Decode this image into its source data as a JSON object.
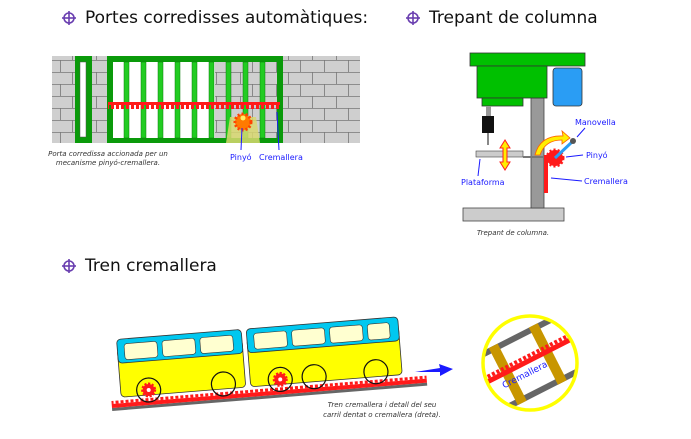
{
  "sections": [
    {
      "title": "Portes corredisses automàtiques:",
      "icon": "crosshair-bullet-icon",
      "caption_lines": [
        "Porta corredissa accionada per un",
        "mecanisme pinyó-cremallera."
      ],
      "labels": {
        "pinion": "Pinyó",
        "rack": "Cremallera"
      }
    },
    {
      "title": "Trepant de columna",
      "icon": "crosshair-bullet-icon",
      "caption_lines": [
        "Trepant de columna."
      ],
      "labels": {
        "crank": "Manovella",
        "pinion": "Pinyó",
        "platform": "Plataforma",
        "rack": "Cremallera"
      }
    },
    {
      "title": "Tren cremallera",
      "icon": "crosshair-bullet-icon",
      "caption_lines": [
        "Tren cremallera i detall del seu",
        "carril dentat o cremallera (dreta)."
      ],
      "labels": {
        "rack": "Cremallera"
      }
    }
  ],
  "colors": {
    "bullet": "#6a3fb0",
    "green": "#00b000",
    "rack": "#ff1a1a",
    "label": "#1a1aff",
    "yellow": "#ffff00",
    "blue": "#00c8f0"
  }
}
